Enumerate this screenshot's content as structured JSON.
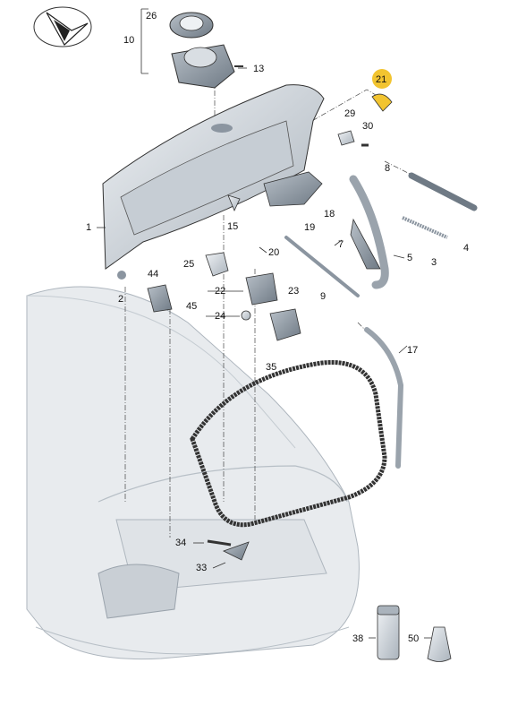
{
  "diagram": {
    "callouts": {
      "c1": "1",
      "c2": "2",
      "c3": "3",
      "c4": "4",
      "c5": "5",
      "c7": "7",
      "c8": "8",
      "c9": "9",
      "c10": "10",
      "c13": "13",
      "c15": "15",
      "c17": "17",
      "c18": "18",
      "c19": "19",
      "c20": "20",
      "c21": "21",
      "c22": "22",
      "c23": "23",
      "c24": "24",
      "c25": "25",
      "c26": "26",
      "c29": "29",
      "c30": "30",
      "c33": "33",
      "c34": "34",
      "c35": "35",
      "c38": "38",
      "c44": "44",
      "c45": "45",
      "c50": "50"
    },
    "highlight": {
      "callout": "21",
      "color": "#f2c430"
    },
    "colors": {
      "part": "#d9dee3",
      "part_dark": "#8b95a0",
      "car": "#e8ebee",
      "line": "#222222"
    },
    "icons": {
      "orientation": "arrow-compass-icon"
    }
  }
}
